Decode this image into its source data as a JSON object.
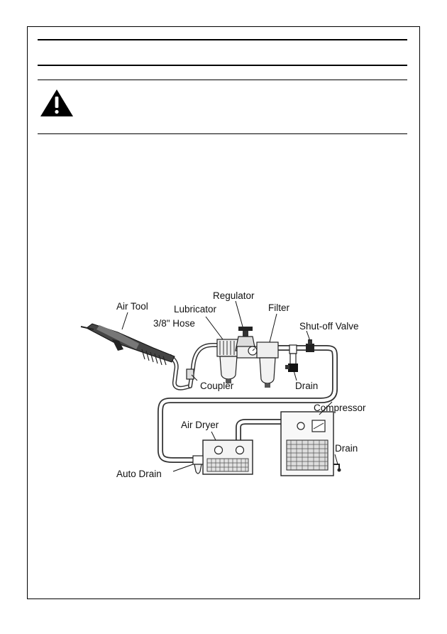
{
  "warning": {
    "icon": "warning-triangle-icon"
  },
  "diagram": {
    "labels": {
      "air_tool": "Air Tool",
      "regulator": "Regulator",
      "lubricator": "Lubricator",
      "filter": "Filter",
      "hose": "3/8\" Hose",
      "shutoff_valve": "Shut-off Valve",
      "coupler": "Coupler",
      "drain_top": "Drain",
      "compressor": "Compressor",
      "air_dryer": "Air Dryer",
      "drain_bottom": "Drain",
      "auto_drain": "Auto Drain"
    }
  }
}
